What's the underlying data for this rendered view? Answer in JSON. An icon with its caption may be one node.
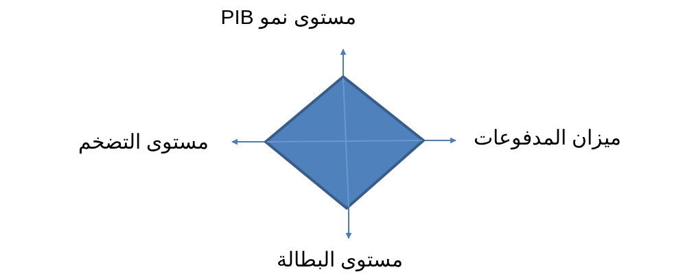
{
  "diagram": {
    "nodes": [
      {
        "text": [
          "مستوى نمو PIB"
        ]
      },
      {
        "text": [
          "مستوى التضخم"
        ]
      },
      {
        "text": [],
        "shape": "diamond"
      },
      {
        "text": [
          "ميزان المدفوعات"
        ]
      },
      {
        "text": [
          "مستوى البطالة"
        ]
      }
    ],
    "edges": [
      {
        "from": 2,
        "to": 0,
        "arrow": "to"
      },
      {
        "from": 2,
        "to": 1,
        "arrow": "to"
      },
      {
        "from": 2,
        "to": 3,
        "arrow": "to"
      },
      {
        "from": 2,
        "to": 4,
        "arrow": "to"
      }
    ]
  }
}
